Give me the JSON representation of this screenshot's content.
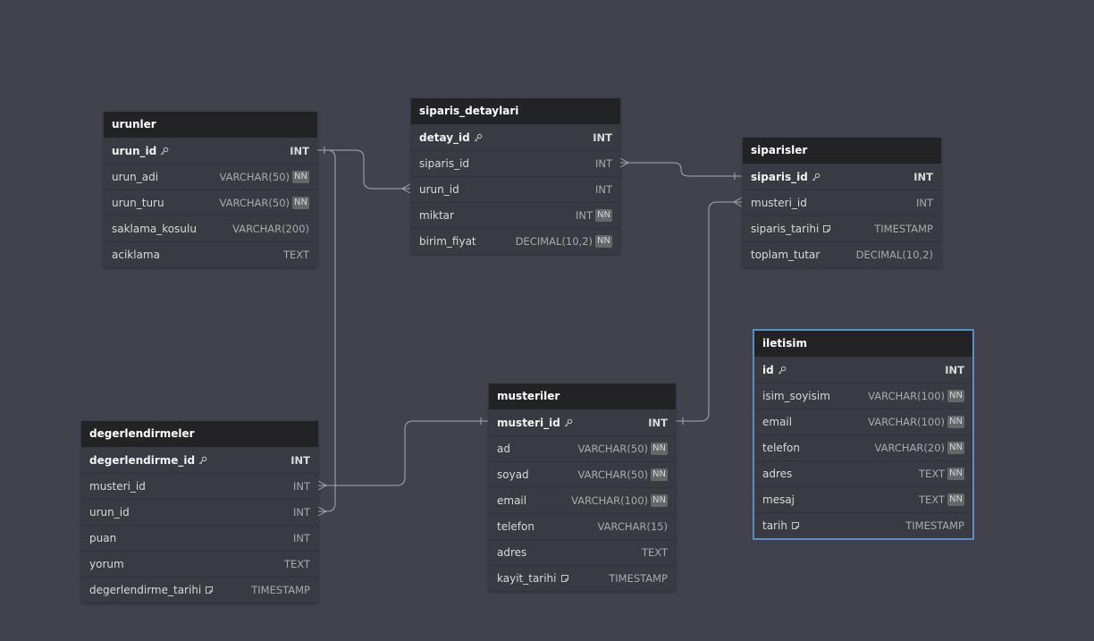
{
  "tables": {
    "urunler": {
      "name": "urunler",
      "fields": [
        {
          "name": "urun_id",
          "type": "INT",
          "pk": true,
          "nn": false,
          "note": false
        },
        {
          "name": "urun_adi",
          "type": "VARCHAR(50)",
          "pk": false,
          "nn": true,
          "note": false
        },
        {
          "name": "urun_turu",
          "type": "VARCHAR(50)",
          "pk": false,
          "nn": true,
          "note": false
        },
        {
          "name": "saklama_kosulu",
          "type": "VARCHAR(200)",
          "pk": false,
          "nn": false,
          "note": false
        },
        {
          "name": "aciklama",
          "type": "TEXT",
          "pk": false,
          "nn": false,
          "note": false
        }
      ]
    },
    "siparis_detaylari": {
      "name": "siparis_detaylari",
      "fields": [
        {
          "name": "detay_id",
          "type": "INT",
          "pk": true,
          "nn": false,
          "note": false
        },
        {
          "name": "siparis_id",
          "type": "INT",
          "pk": false,
          "nn": false,
          "note": false
        },
        {
          "name": "urun_id",
          "type": "INT",
          "pk": false,
          "nn": false,
          "note": false
        },
        {
          "name": "miktar",
          "type": "INT",
          "pk": false,
          "nn": true,
          "note": false
        },
        {
          "name": "birim_fiyat",
          "type": "DECIMAL(10,2)",
          "pk": false,
          "nn": true,
          "note": false
        }
      ]
    },
    "siparisler": {
      "name": "siparisler",
      "fields": [
        {
          "name": "siparis_id",
          "type": "INT",
          "pk": true,
          "nn": false,
          "note": false
        },
        {
          "name": "musteri_id",
          "type": "INT",
          "pk": false,
          "nn": false,
          "note": false
        },
        {
          "name": "siparis_tarihi",
          "type": "TIMESTAMP",
          "pk": false,
          "nn": false,
          "note": true
        },
        {
          "name": "toplam_tutar",
          "type": "DECIMAL(10,2)",
          "pk": false,
          "nn": false,
          "note": false
        }
      ]
    },
    "iletisim": {
      "name": "iletisim",
      "fields": [
        {
          "name": "id",
          "type": "INT",
          "pk": true,
          "nn": false,
          "note": false
        },
        {
          "name": "isim_soyisim",
          "type": "VARCHAR(100)",
          "pk": false,
          "nn": true,
          "note": false
        },
        {
          "name": "email",
          "type": "VARCHAR(100)",
          "pk": false,
          "nn": true,
          "note": false
        },
        {
          "name": "telefon",
          "type": "VARCHAR(20)",
          "pk": false,
          "nn": true,
          "note": false
        },
        {
          "name": "adres",
          "type": "TEXT",
          "pk": false,
          "nn": true,
          "note": false
        },
        {
          "name": "mesaj",
          "type": "TEXT",
          "pk": false,
          "nn": true,
          "note": false
        },
        {
          "name": "tarih",
          "type": "TIMESTAMP",
          "pk": false,
          "nn": false,
          "note": true
        }
      ]
    },
    "musteriler": {
      "name": "musteriler",
      "fields": [
        {
          "name": "musteri_id",
          "type": "INT",
          "pk": true,
          "nn": false,
          "note": false
        },
        {
          "name": "ad",
          "type": "VARCHAR(50)",
          "pk": false,
          "nn": true,
          "note": false
        },
        {
          "name": "soyad",
          "type": "VARCHAR(50)",
          "pk": false,
          "nn": true,
          "note": false
        },
        {
          "name": "email",
          "type": "VARCHAR(100)",
          "pk": false,
          "nn": true,
          "note": false
        },
        {
          "name": "telefon",
          "type": "VARCHAR(15)",
          "pk": false,
          "nn": false,
          "note": false
        },
        {
          "name": "adres",
          "type": "TEXT",
          "pk": false,
          "nn": false,
          "note": false
        },
        {
          "name": "kayit_tarihi",
          "type": "TIMESTAMP",
          "pk": false,
          "nn": false,
          "note": true
        }
      ]
    },
    "degerlendirmeler": {
      "name": "degerlendirmeler",
      "fields": [
        {
          "name": "degerlendirme_id",
          "type": "INT",
          "pk": true,
          "nn": false,
          "note": false
        },
        {
          "name": "musteri_id",
          "type": "INT",
          "pk": false,
          "nn": false,
          "note": false
        },
        {
          "name": "urun_id",
          "type": "INT",
          "pk": false,
          "nn": false,
          "note": false
        },
        {
          "name": "puan",
          "type": "INT",
          "pk": false,
          "nn": false,
          "note": false
        },
        {
          "name": "yorum",
          "type": "TEXT",
          "pk": false,
          "nn": false,
          "note": false
        },
        {
          "name": "degerlendirme_tarihi",
          "type": "TIMESTAMP",
          "pk": false,
          "nn": false,
          "note": true
        }
      ]
    }
  },
  "nn_label": "NN",
  "relations": [
    {
      "from_table": "urunler",
      "from_field": "urun_id",
      "to_table": "siparis_detaylari",
      "to_field": "urun_id"
    },
    {
      "from_table": "siparisler",
      "from_field": "siparis_id",
      "to_table": "siparis_detaylari",
      "to_field": "siparis_id"
    },
    {
      "from_table": "musteriler",
      "from_field": "musteri_id",
      "to_table": "siparisler",
      "to_field": "musteri_id"
    },
    {
      "from_table": "musteriler",
      "from_field": "musteri_id",
      "to_table": "degerlendirmeler",
      "to_field": "musteri_id"
    },
    {
      "from_table": "urunler",
      "from_field": "urun_id",
      "to_table": "degerlendirmeler",
      "to_field": "urun_id"
    }
  ],
  "colors": {
    "canvas": "#41424c",
    "header": "#232325",
    "body": "#393a42",
    "line": "#a8aab0",
    "selected": "#5b8fc4"
  },
  "icons": {
    "primary_key": "key-icon",
    "note": "note-icon"
  }
}
